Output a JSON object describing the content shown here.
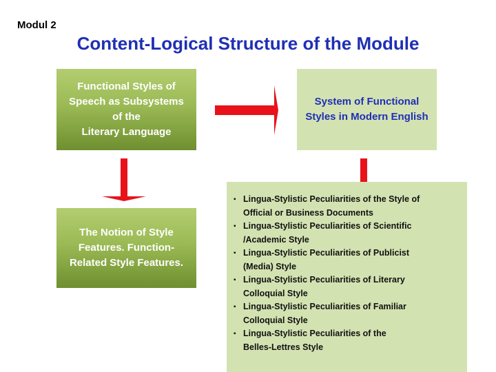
{
  "header": {
    "module_label": "Modul 2",
    "title": "Content-Logical Structure of the Module"
  },
  "boxes": {
    "functional_styles": "Functional  Styles of\nSpeech as Subsystems\nof  the\nLiterary Language",
    "system": "System  of  Functional\nStyles in Modern English",
    "notion": "The  Notion  of  Style\nFeatures.  Function-\nRelated Style Features."
  },
  "peculiarities": [
    "Lingua-Stylistic  Peculiarities of  the  Style of\nOfficial or Business  Documents",
    "Lingua-Stylistic  Peculiarities  of Scientific\n/Academic  Style",
    " Lingua-Stylistic Peculiarities of Publicist\n(Media) Style",
    " Lingua-Stylistic Peculiarities  of Literary\nColloquial  Style",
    "  Lingua-Stylistic Peculiarities  of Familiar\nColloquial  Style",
    " Lingua-Stylistic  Peculiarities  of the\nBelles-Lettres  Style"
  ],
  "colors": {
    "title": "#1f2fb5",
    "green_box_top": "#b3cd70",
    "green_box_bottom": "#6f8f30",
    "pale_box": "#d3e2b1",
    "arrow": "#e8121a"
  }
}
